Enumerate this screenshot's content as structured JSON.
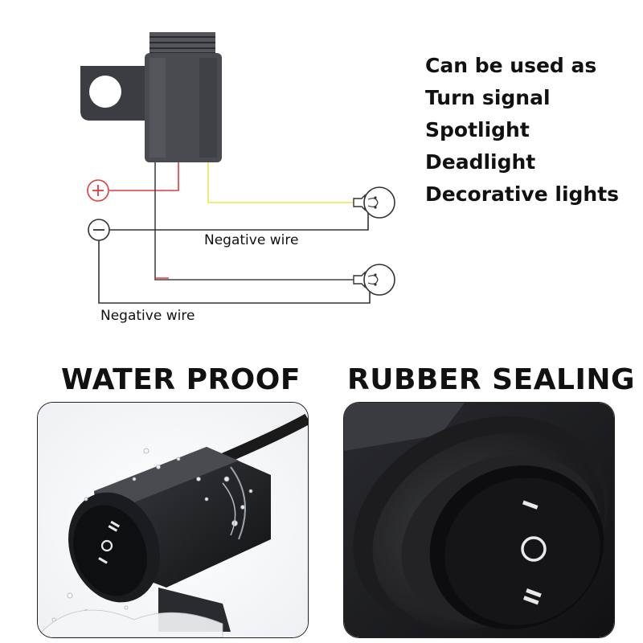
{
  "uses": {
    "heading": "Can be used as",
    "items": [
      "Turn signal",
      "Spotlight",
      "Deadlight",
      "Decorative lights"
    ]
  },
  "wiring": {
    "label_upper": "Negative wire",
    "label_lower": "Negative wire",
    "positive_symbol": "+",
    "negative_symbol": "−",
    "colors": {
      "positive": "#e23b3b",
      "signal": "#f2e24a",
      "negative": "#333333"
    }
  },
  "features": {
    "left_title_part1": "WATER ",
    "left_title_part2": "PROOF",
    "right_title": "RUBBER SEALING",
    "colors": {
      "title_dark": "#111111",
      "title_red_accent": "#b8202a"
    }
  },
  "switch": {
    "positions": [
      "I",
      "O",
      "II"
    ]
  }
}
